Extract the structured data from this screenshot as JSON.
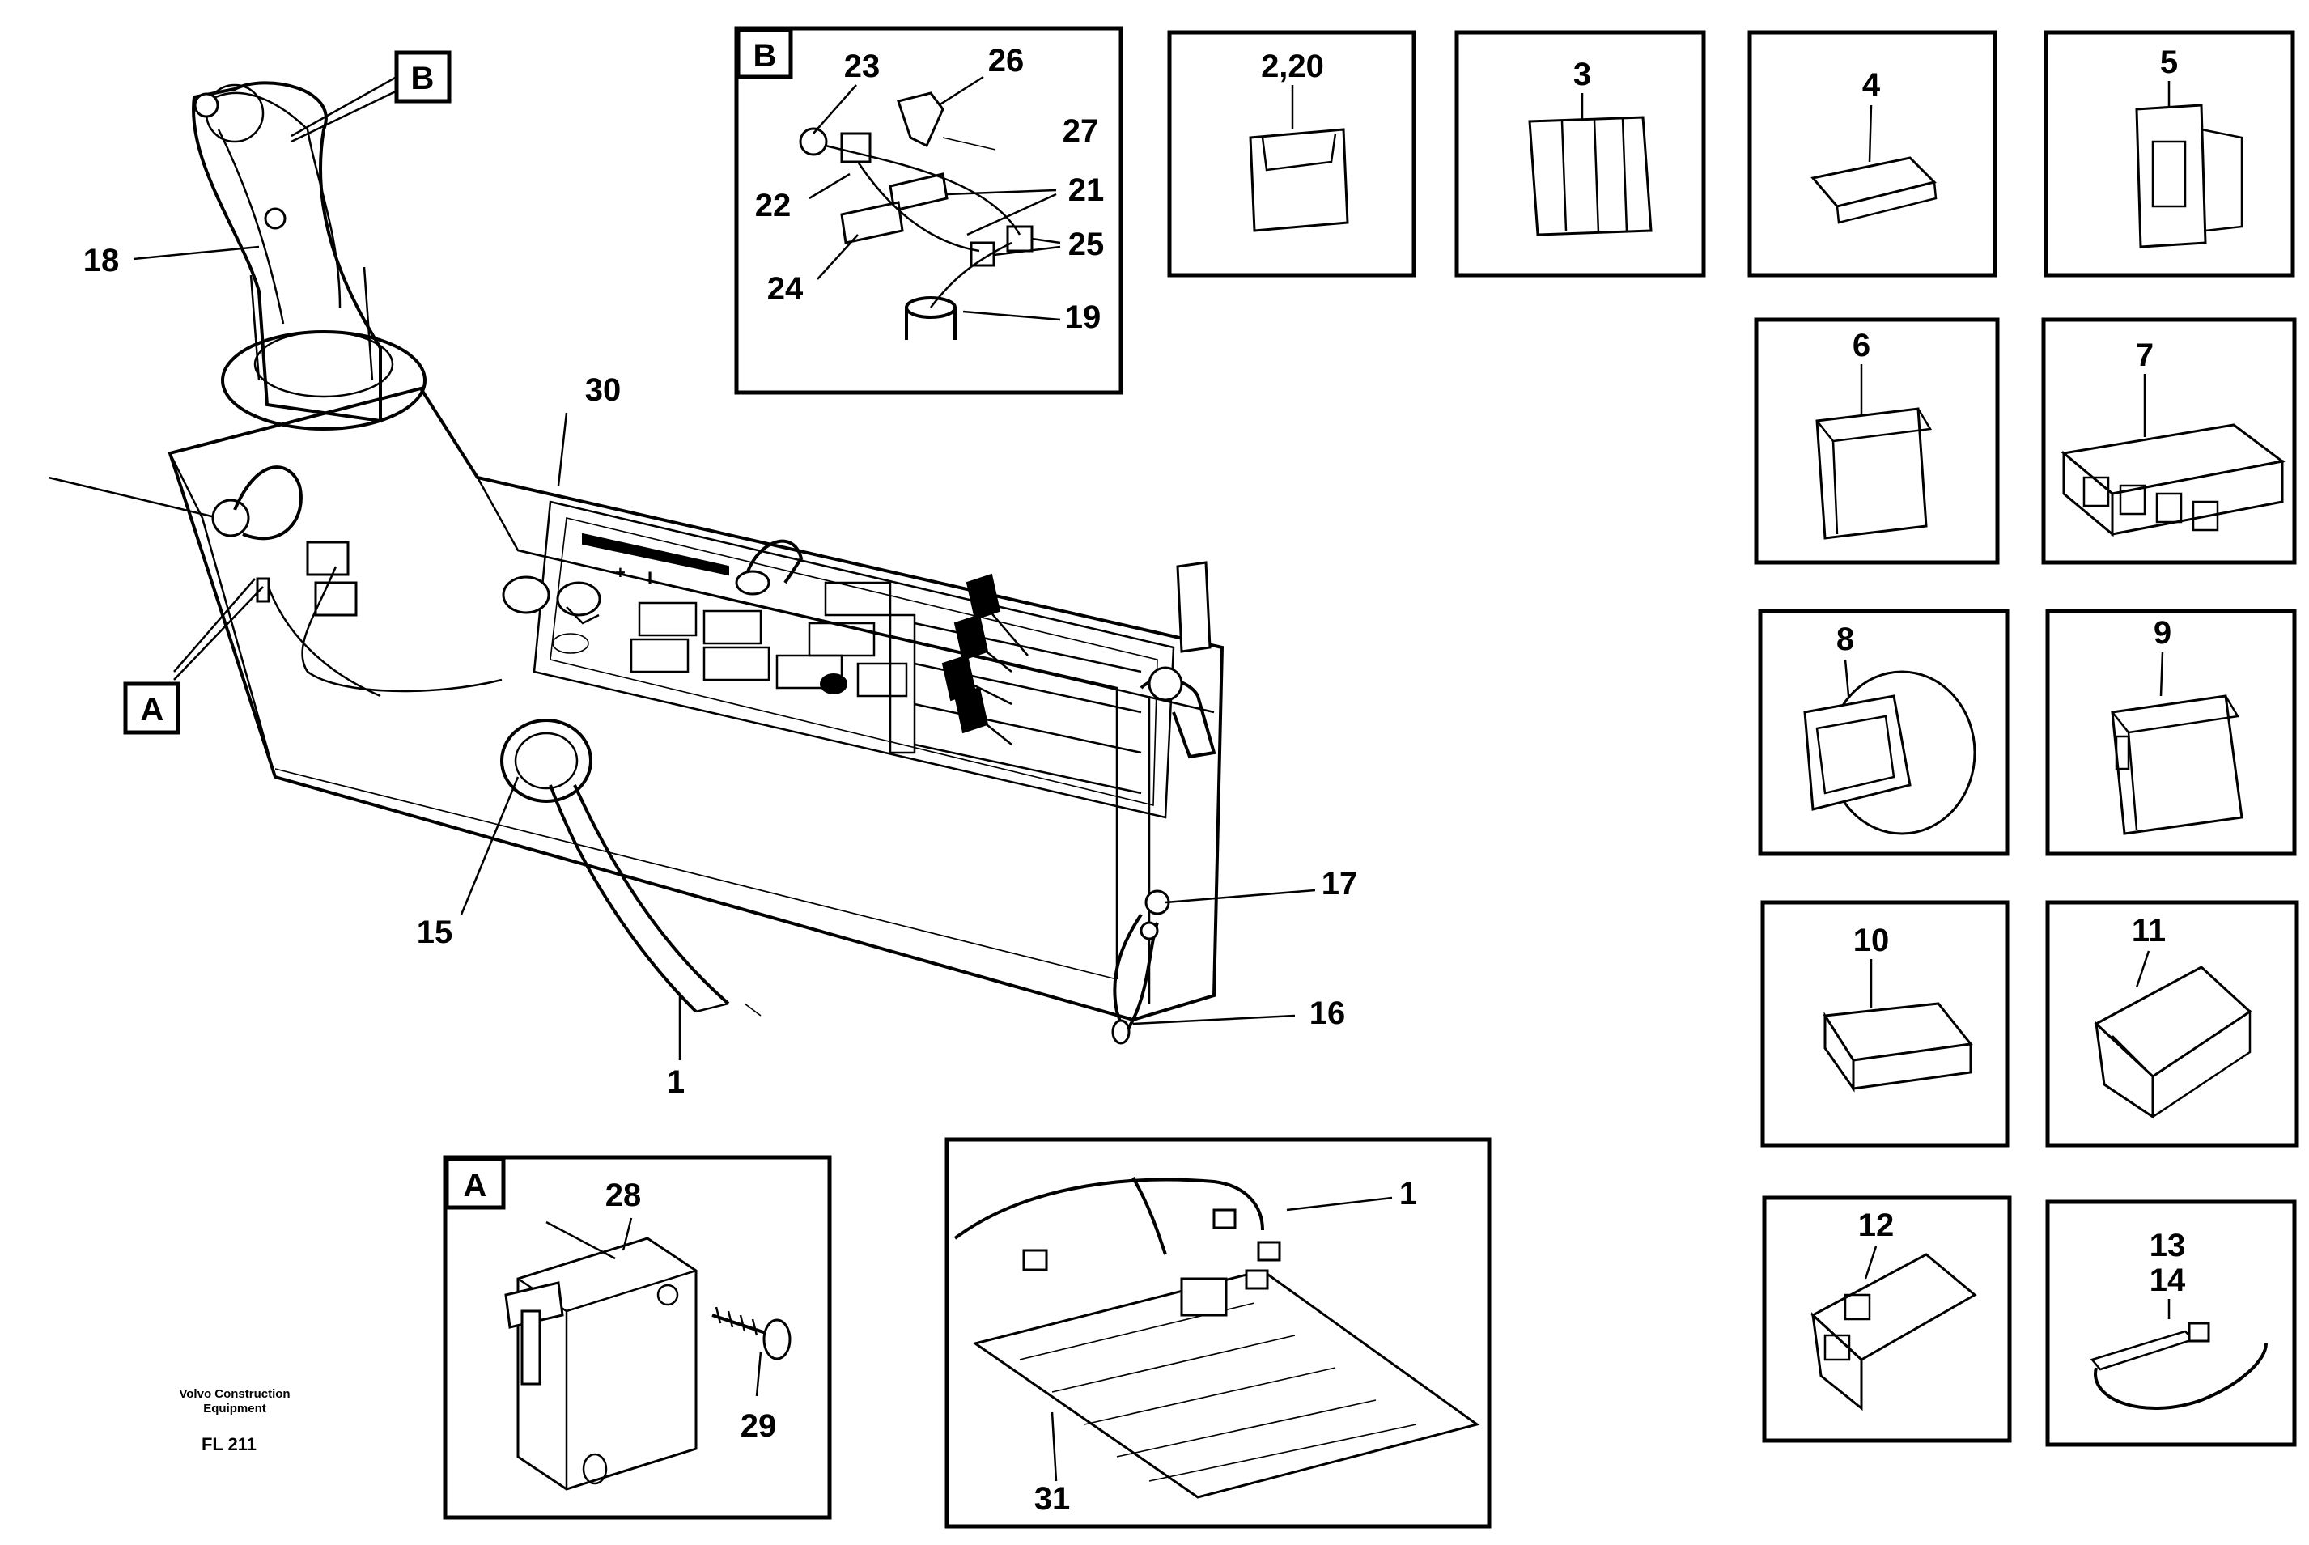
{
  "diagram": {
    "callouts": {
      "c1": "1",
      "c15": "15",
      "c16": "16",
      "c17": "17",
      "c18": "18",
      "c30": "30",
      "c31": "31",
      "c1b": "1",
      "c28": "28",
      "c29": "29",
      "c23": "23",
      "c26": "26",
      "c27": "27",
      "c22": "22",
      "c21": "21",
      "c24": "24",
      "c25": "25",
      "c19": "19"
    },
    "detail_tags": {
      "A": "A",
      "B": "B",
      "A_inset": "A",
      "B_inset": "B"
    },
    "part_tiles": [
      {
        "label": "2,20"
      },
      {
        "label": "3"
      },
      {
        "label": "4"
      },
      {
        "label": "5"
      },
      {
        "label": "6"
      },
      {
        "label": "7"
      },
      {
        "label": "8"
      },
      {
        "label": "9"
      },
      {
        "label": "10"
      },
      {
        "label": "11"
      },
      {
        "label": "12"
      },
      {
        "label": "13"
      },
      {
        "label": "14"
      }
    ],
    "panel_marks": {
      "plus": "+",
      "bar": "I"
    },
    "footer": {
      "brand_line1": "Volvo Construction",
      "brand_line2": "Equipment",
      "code": "FL 211"
    }
  }
}
